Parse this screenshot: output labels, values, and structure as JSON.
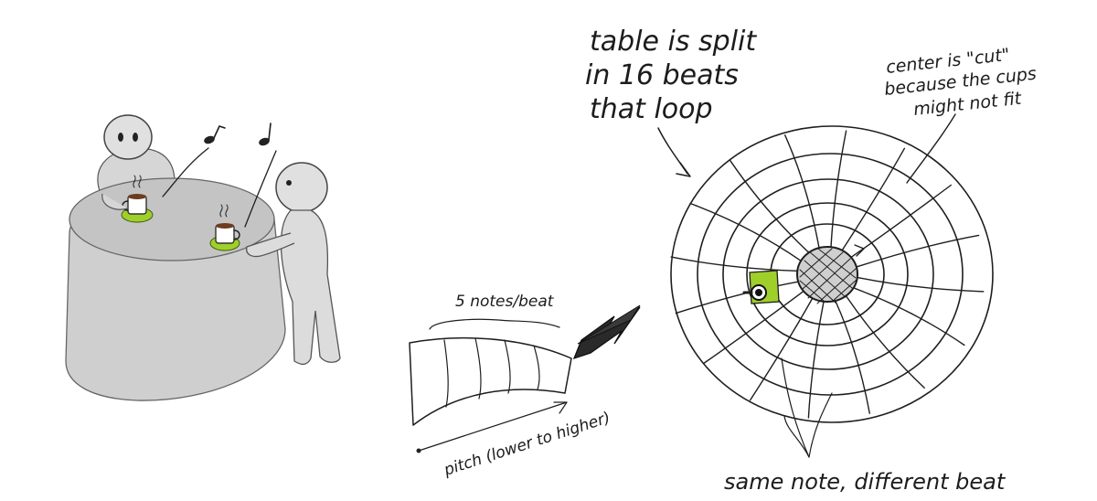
{
  "annotations": {
    "split_line1": "table is split",
    "split_line2": "in 16 beats",
    "split_line3": "that loop",
    "center_line1": "center is \"cut\"",
    "center_line2": "because the cups",
    "center_line3": "might not fit",
    "notes_per_beat": "5 notes/beat",
    "pitch": "pitch (lower to higher)",
    "same_note": "same note, different beat"
  },
  "diagram": {
    "beats": 16,
    "notes_per_beat": 5
  },
  "colors": {
    "cup_coaster": "#9fcf2a",
    "table_gray": "#cfcfcf",
    "figure_gray": "#dcdcdc",
    "ink": "#1e1e1e"
  },
  "icons": [
    "music-note-icon",
    "coffee-cup-icon",
    "arrow-icon"
  ]
}
